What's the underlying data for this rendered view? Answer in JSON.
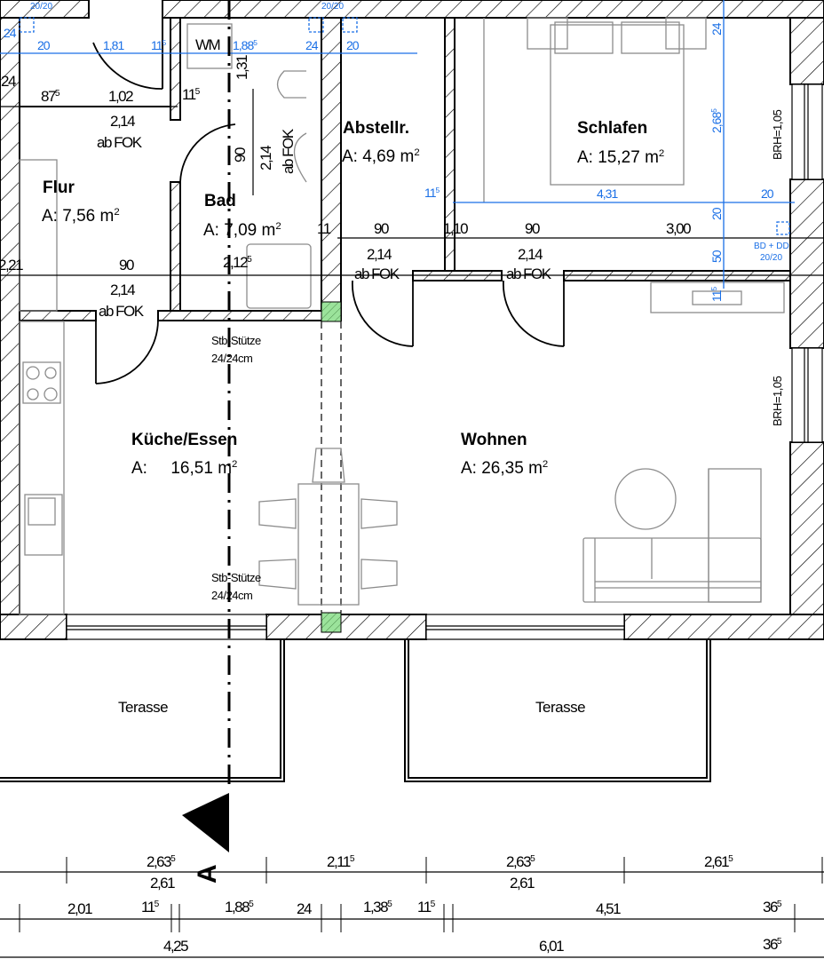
{
  "rooms": [
    {
      "id": "flur",
      "name": "Flur",
      "area_prefix": "A:",
      "area_value": "7,56",
      "area_unit": "m",
      "area_exp": "2"
    },
    {
      "id": "bad",
      "name": "Bad",
      "area_prefix": "A:",
      "area_value": "7,09",
      "area_unit": "m",
      "area_exp": "2"
    },
    {
      "id": "abstellr",
      "name": "Abstellr.",
      "area_prefix": "A:",
      "area_value": "4,69",
      "area_unit": "m",
      "area_exp": "2"
    },
    {
      "id": "schlafen",
      "name": "Schlafen",
      "area_prefix": "A:",
      "area_value": "15,27",
      "area_unit": "m",
      "area_exp": "2"
    },
    {
      "id": "kueche",
      "name": "Küche/Essen",
      "area_prefix": "A:",
      "area_value": "16,51",
      "area_unit": "m",
      "area_exp": "2"
    },
    {
      "id": "wohnen",
      "name": "Wohnen",
      "area_prefix": "A:",
      "area_value": "26,35",
      "area_unit": "m",
      "area_exp": "2"
    }
  ],
  "terraces": [
    {
      "label": "Terasse"
    },
    {
      "label": "Terasse"
    }
  ],
  "fixtures": {
    "washing_machine": "WM"
  },
  "columns": [
    {
      "label": "Stb-Stütze",
      "size": "24/24cm"
    },
    {
      "label": "Stb-Stütze",
      "size": "24/24cm"
    }
  ],
  "doors": {
    "height_label": "2,14",
    "height_ref": "ab FOK"
  },
  "windows": {
    "sill_height_1": "BRH=1,05",
    "sill_height_2": "BRH=1,05"
  },
  "ducts": {
    "top_left": "20/20",
    "top_mid": "20/20",
    "bd_dd_label": "BD + DD",
    "bd_dd_size": "20/20"
  },
  "section_marker": {
    "label": "A"
  },
  "blue_dimensions": {
    "top_row": [
      {
        "v": "24"
      },
      {
        "v": "20"
      },
      {
        "v": "20"
      },
      {
        "v": "1,81"
      },
      {
        "v": "11",
        "s": "5"
      },
      {
        "v": "1,88",
        "s": "5"
      },
      {
        "v": "24"
      },
      {
        "v": "20"
      },
      {
        "v": "20"
      }
    ],
    "bedroom_width": {
      "v": "4,31"
    },
    "bedroom_left": {
      "v": "11",
      "s": "5"
    },
    "bedroom_right": {
      "v": "20"
    },
    "bedroom_depth": {
      "v": "2,68",
      "s": "5"
    },
    "bedroom_top": {
      "v": "24"
    },
    "vert_20": {
      "v": "20"
    },
    "vert_50": {
      "v": "50"
    },
    "vert_115": {
      "v": "11",
      "s": "5"
    }
  },
  "black_dimensions": {
    "row_upper": [
      {
        "v": "24"
      },
      {
        "v": "87",
        "s": "5"
      },
      {
        "v": "1,02"
      },
      {
        "v": "11",
        "s": "5"
      }
    ],
    "bath_door_width": {
      "v": "90"
    },
    "bath_wall": {
      "v": "1,31"
    },
    "row_mid": [
      {
        "v": "2,21"
      },
      {
        "v": "90"
      },
      {
        "v": "2,12",
        "s": "5"
      },
      {
        "v": "11"
      },
      {
        "v": "90"
      },
      {
        "v": "1,10"
      },
      {
        "v": "90"
      },
      {
        "v": "3,00"
      }
    ],
    "bottom_row_1": [
      {
        "v": "2,63",
        "s": "5",
        "sub": "2,61"
      },
      {
        "v": "2,11",
        "s": "5"
      },
      {
        "v": "2,63",
        "s": "5",
        "sub": "2,61"
      },
      {
        "v": "2,61",
        "s": "5"
      }
    ],
    "bottom_row_2": [
      {
        "v": "2,01"
      },
      {
        "v": "11",
        "s": "5"
      },
      {
        "v": "1,88",
        "s": "5"
      },
      {
        "v": "24"
      },
      {
        "v": "1,38",
        "s": "5"
      },
      {
        "v": "11",
        "s": "5"
      },
      {
        "v": "4,51"
      },
      {
        "v": "36",
        "s": "5"
      }
    ],
    "bottom_row_3": [
      {
        "v": "4,25"
      },
      {
        "v": "6,01"
      },
      {
        "v": "36",
        "s": "5"
      }
    ]
  },
  "colors": {
    "wall": "#000000",
    "hatch": "#000000",
    "dimension_blue": "#1a6fe6",
    "furniture_gray": "#8c8c8c",
    "column_green": "#9be39b"
  }
}
